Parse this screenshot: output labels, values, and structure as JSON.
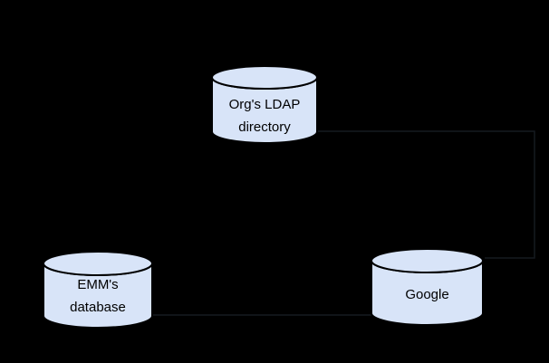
{
  "diagram": {
    "type": "database-sync-diagram",
    "colors": {
      "background": "#000000",
      "cylinder_fill": "#d8e4f8",
      "cylinder_stroke": "#000000",
      "label_text": "#000000",
      "connector_faint": "#161a20"
    },
    "nodes": [
      {
        "id": "ldap",
        "shape": "database-cylinder",
        "label_line1": "Org's LDAP",
        "label_line2": "directory"
      },
      {
        "id": "emm",
        "shape": "database-cylinder",
        "label_line1": "EMM's",
        "label_line2": "database"
      },
      {
        "id": "google",
        "shape": "database-cylinder",
        "label_line1": "Google",
        "label_line2": ""
      }
    ],
    "connectors": [
      {
        "from": "ldap",
        "to": "google",
        "style": "elbow-right",
        "visibility": "faint-near-black"
      },
      {
        "from": "emm",
        "to": "google",
        "style": "horizontal",
        "visibility": "faint-near-black"
      }
    ]
  }
}
